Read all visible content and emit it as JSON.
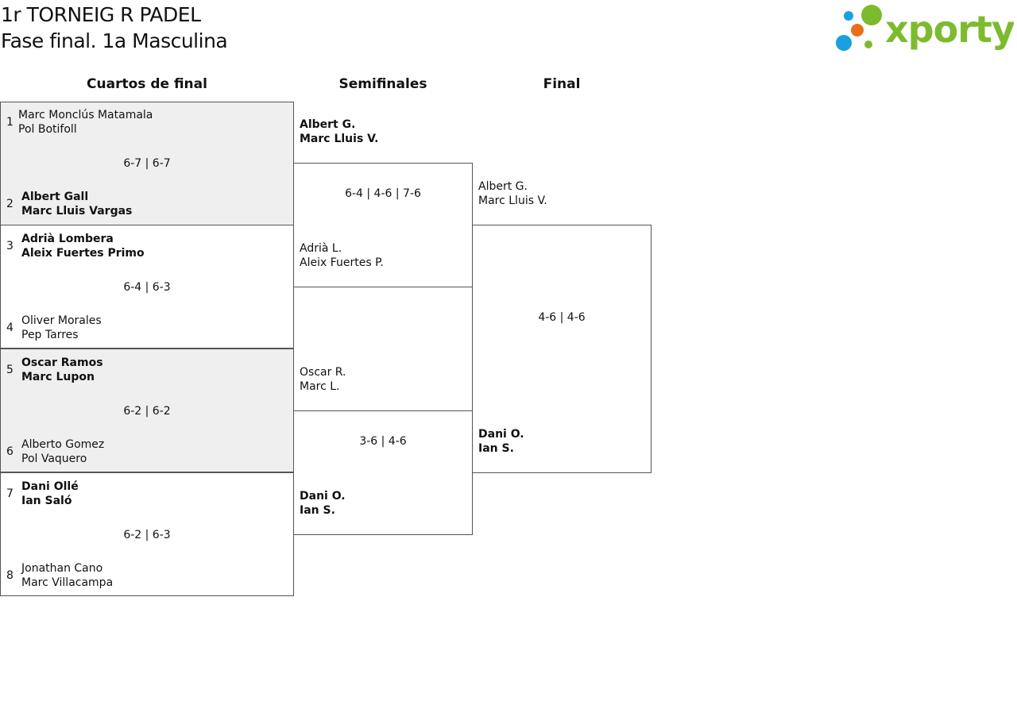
{
  "header": {
    "title": "1r TORNEIG R PADEL",
    "subtitle": "Fase final. 1a Masculina"
  },
  "logo": {
    "text": "xporty",
    "colors": {
      "green": "#7dbb2e",
      "orange": "#e8701a",
      "blue": "#1aa0e0"
    }
  },
  "rounds": {
    "quarterfinals": "Cuartos de final",
    "semifinals": "Semifinales",
    "final": "Final"
  },
  "quarterfinals": [
    {
      "top": {
        "seed": "1",
        "p1": "Marc Monclús Matamala",
        "p2": "Pol Botifoll"
      },
      "score": "6-7 | 6-7",
      "bottom": {
        "seed": "2",
        "p1": "Albert Gall",
        "p2": "Marc Lluis Vargas"
      }
    },
    {
      "top": {
        "seed": "3",
        "p1": "Adrià Lombera",
        "p2": "Aleix Fuertes Primo"
      },
      "score": "6-4 | 6-3",
      "bottom": {
        "seed": "4",
        "p1": "Oliver Morales",
        "p2": "Pep Tarres"
      }
    },
    {
      "top": {
        "seed": "5",
        "p1": "Oscar Ramos",
        "p2": "Marc Lupon"
      },
      "score": "6-2 | 6-2",
      "bottom": {
        "seed": "6",
        "p1": "Alberto Gomez",
        "p2": "Pol Vaquero"
      }
    },
    {
      "top": {
        "seed": "7",
        "p1": "Dani Ollé",
        "p2": "Ian Saló"
      },
      "score": "6-2 | 6-3",
      "bottom": {
        "seed": "8",
        "p1": "Jonathan Cano",
        "p2": "Marc Villacampa"
      }
    }
  ],
  "semifinals": [
    {
      "top": {
        "p1": "Albert G.",
        "p2": "Marc Lluis V."
      },
      "score": "6-4 | 4-6 | 7-6",
      "bottom": {
        "p1": "Adrià L.",
        "p2": "Aleix Fuertes P."
      }
    },
    {
      "top": {
        "p1": "Oscar R.",
        "p2": "Marc L."
      },
      "score": "3-6 | 4-6",
      "bottom": {
        "p1": "Dani O.",
        "p2": "Ian S."
      }
    }
  ],
  "final": {
    "top": {
      "p1": "Albert G.",
      "p2": "Marc Lluis V."
    },
    "score": "4-6 | 4-6",
    "bottom": {
      "p1": "Dani O.",
      "p2": "Ian S."
    }
  }
}
